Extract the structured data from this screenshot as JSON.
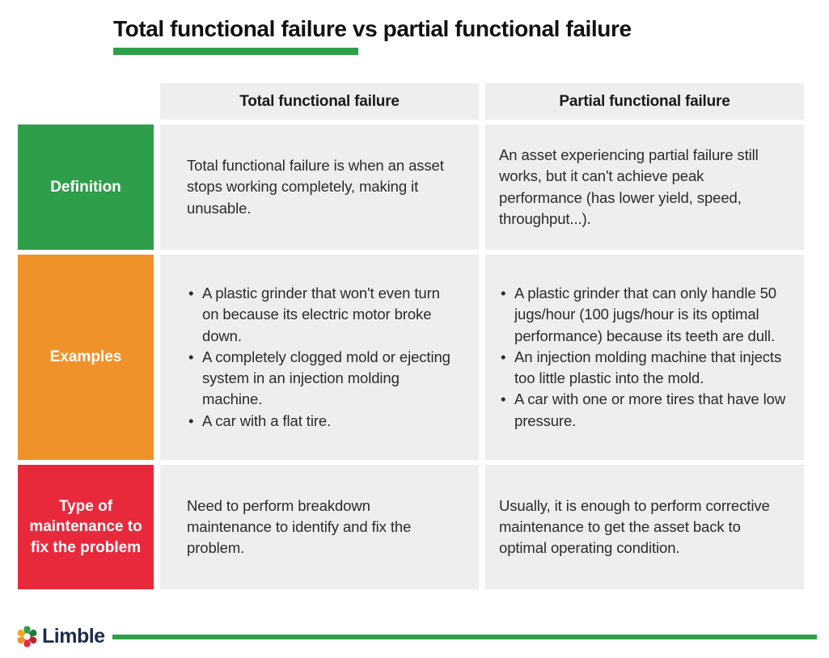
{
  "title": {
    "text": "Total functional failure vs partial functional failure"
  },
  "table": {
    "column_headers": [
      "Total functional failure",
      "Partial functional failure"
    ],
    "rows": [
      {
        "key": "definition",
        "label": "Definition",
        "label_color": "#2f9e4a",
        "total": {
          "type": "paragraph",
          "text": "Total functional failure is when an asset stops working completely, making it unusable."
        },
        "partial": {
          "type": "paragraph",
          "text": "An asset experiencing partial failure still works, but it can't achieve peak performance (has lower yield, speed, throughput...)."
        }
      },
      {
        "key": "examples",
        "label": "Examples",
        "label_color": "#f0922a",
        "total": {
          "type": "bullets",
          "items": [
            "A plastic grinder that won't even turn on because its electric motor broke down.",
            "A completely clogged mold or ejecting system in an injection molding machine.",
            "A car with a flat tire."
          ]
        },
        "partial": {
          "type": "bullets",
          "items": [
            "A plastic grinder that can only handle 50 jugs/hour (100 jugs/hour is its optimal performance) because its teeth are dull.",
            "An injection molding machine that injects too little plastic into the mold.",
            "A car with one or more tires that have low pressure."
          ]
        }
      },
      {
        "key": "maintenance-type",
        "label": "Type of maintenance to fix the problem",
        "label_color": "#e8293c",
        "total": {
          "type": "paragraph",
          "text": "Need to perform breakdown maintenance to identify and fix the problem."
        },
        "partial": {
          "type": "paragraph",
          "text": "Usually, it is enough to perform corrective maintenance to get the asset back to optimal operating condition."
        }
      }
    ]
  },
  "footer": {
    "brand": "Limble"
  },
  "colors": {
    "accent_green": "#2f9e4a",
    "orange": "#f0922a",
    "red": "#e8293c",
    "cell_bg": "#eeeeee",
    "brand_navy": "#1c2b4a",
    "logo_petals": [
      "#2f9e4a",
      "#1f7a3d",
      "#b52532",
      "#e8293c",
      "#f0922a",
      "#f5a623"
    ]
  }
}
